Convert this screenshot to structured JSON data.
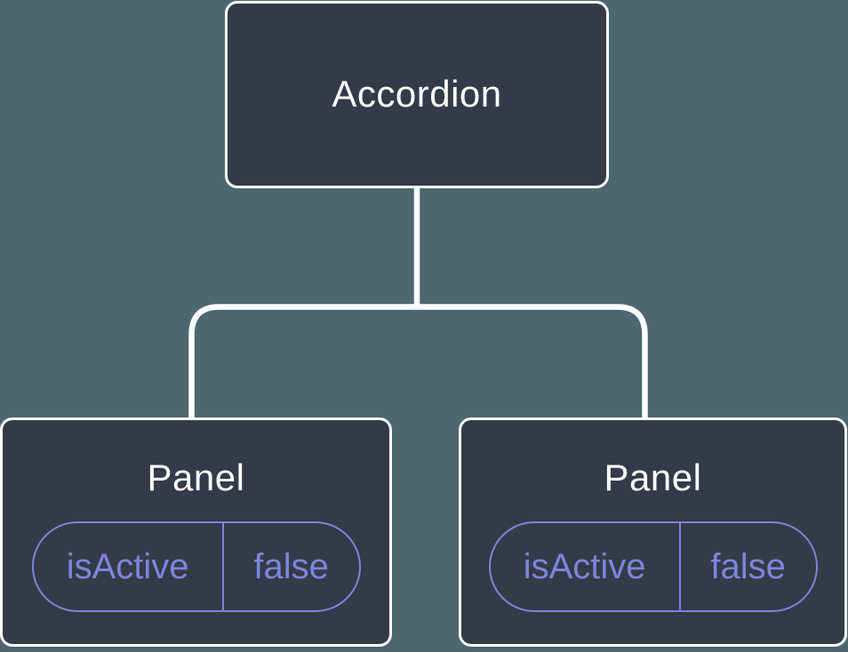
{
  "colors": {
    "background": "#4d6771",
    "node_fill": "#343b48",
    "node_border": "#ffffff",
    "connector": "#ffffff",
    "title_text": "#ffffff",
    "accent_purple": "#7e84dd"
  },
  "tree": {
    "root": {
      "label": "Accordion"
    },
    "children": [
      {
        "label": "Panel",
        "props": [
          {
            "key": "isActive",
            "value": "false"
          }
        ]
      },
      {
        "label": "Panel",
        "props": [
          {
            "key": "isActive",
            "value": "false"
          }
        ]
      }
    ]
  }
}
